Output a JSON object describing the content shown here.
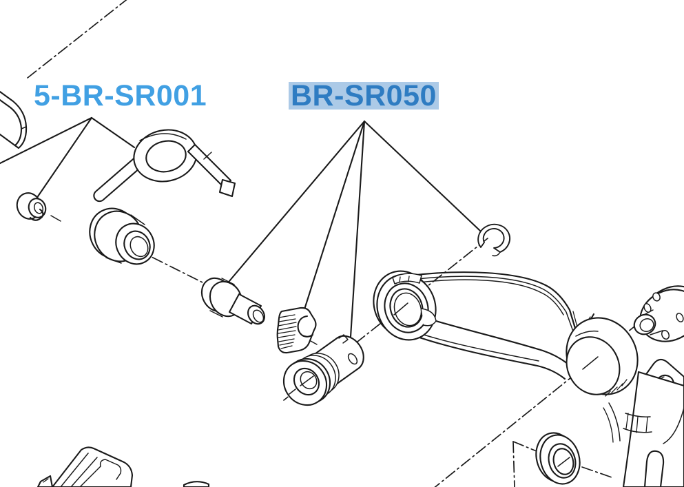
{
  "page": {
    "background_color": "#ffffff",
    "drawing_line_color": "#1a1a1a",
    "diagram_type": "exploded-parts-diagram"
  },
  "diagram": {
    "callouts": [
      {
        "part_number": "5-BR-SR001",
        "text_color": "#41a0e3",
        "highlighted": false,
        "highlight_color": null,
        "leader_targets": [
          "off-screen-left-part",
          "spring-clip",
          "torsion-spring"
        ]
      },
      {
        "part_number": "BR-SR050",
        "text_color": "#2e7cc2",
        "highlighted": true,
        "highlight_color": "#accae7",
        "leader_targets": [
          "pivot-post",
          "serrated-washer",
          "pivot-cylinder",
          "snap-ring"
        ]
      }
    ],
    "parts": [
      {
        "name": "brake-shoe-fragment-top-left"
      },
      {
        "name": "spring-clip"
      },
      {
        "name": "torsion-spring"
      },
      {
        "name": "bushing"
      },
      {
        "name": "pivot-post"
      },
      {
        "name": "serrated-washer"
      },
      {
        "name": "pivot-cylinder"
      },
      {
        "name": "snap-ring"
      },
      {
        "name": "brake-arm"
      },
      {
        "name": "mounting-hub"
      },
      {
        "name": "seal-washer"
      },
      {
        "name": "brake-shoe-fragment-bottom-left"
      }
    ]
  }
}
